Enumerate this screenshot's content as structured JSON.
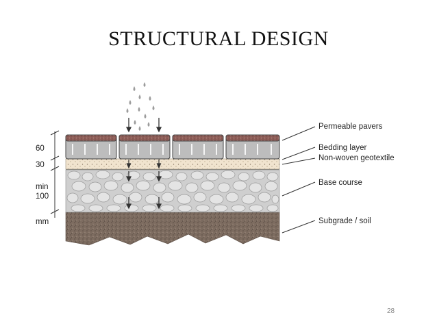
{
  "slide": {
    "title": "STRUCTURAL DESIGN",
    "page_number": "28"
  },
  "diagram": {
    "layers": [
      {
        "key": "pavers",
        "label": "Permeable pavers"
      },
      {
        "key": "bedding",
        "label": "Bedding layer"
      },
      {
        "key": "geotextile",
        "label": "Non-woven geotextile"
      },
      {
        "key": "base",
        "label": "Base course"
      },
      {
        "key": "subgrade",
        "label": "Subgrade / soil"
      }
    ],
    "dimensions": {
      "d1": "60",
      "d2": "30",
      "d3_line1": "min",
      "d3_line2": "100",
      "unit": "mm"
    }
  },
  "colors": {
    "paver_top": "#8a5a55",
    "paver_body": "#b9b9b9",
    "bedding": "#efe2cc",
    "base": "#c9c9c9",
    "subgrade": "#7a6a5e"
  }
}
